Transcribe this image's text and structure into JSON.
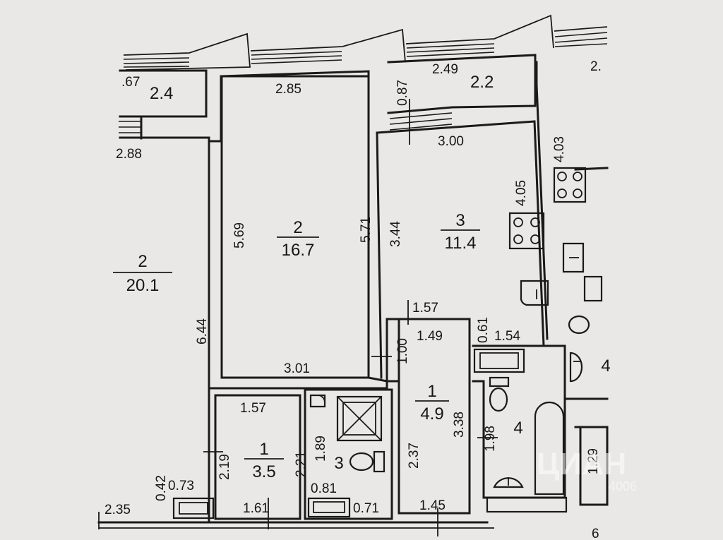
{
  "rooms": [
    {
      "no": "2",
      "area": "20.1"
    },
    {
      "no": "2",
      "area": "16.7"
    },
    {
      "no": "3",
      "area": "11.4"
    },
    {
      "no": "1",
      "area": "4.9"
    },
    {
      "no": "1",
      "area": "3.5"
    },
    {
      "no": "3",
      "area": ""
    },
    {
      "no": "4",
      "area": ""
    },
    {
      "no": "4",
      "area": ""
    }
  ],
  "dimensions": {
    "top_partial": ".67",
    "balcony_left": "2.4",
    "top_left_wall": "2.88",
    "room_left_height": "6.44",
    "room_center_width_top": "2.85",
    "room_center_left": "5.69",
    "room_center_right": "5.71",
    "room_center_width_bottom": "3.01",
    "balcony_right_depth": "0.87",
    "balcony_right_width": "2.49",
    "balcony_right_area": "2.2",
    "kitchen_width": "3.00",
    "kitchen_left": "3.44",
    "kitchen_right": "4.05",
    "neighbor_kitchen": "4.03",
    "hall_width_top": "1.57",
    "hall_inner_width": "1.49",
    "hall_inner_depth": "1.00",
    "hall_height": "3.38",
    "hall_left": "2.37",
    "hall_bottom_width": "1.45",
    "bath_offset": "0.61",
    "bath_width": "1.54",
    "bath_depth": "1.98",
    "closet_width": "1.57",
    "closet_height_left": "2.19",
    "closet_height_right": "2.21",
    "closet_bottom": "1.61",
    "wc_height": "1.89",
    "wc_width": "0.81",
    "wc_side": "0.71",
    "stair_width": "2.35",
    "stair_depth": "0.42",
    "stair_side": "0.73",
    "neighbor_right": "1.29",
    "neighbor_top": "2."
  },
  "watermark": {
    "brand": "ЦИАН",
    "number": "4006"
  },
  "edge_marks": {
    "bottom_right": "6"
  }
}
